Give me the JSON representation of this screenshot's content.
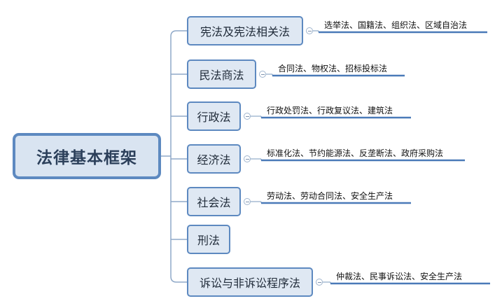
{
  "root": {
    "label": "法律基本框架"
  },
  "branches": [
    {
      "label": "宪法及宪法相关法",
      "detail": "选举法、国籍法、组织法、区域自治法"
    },
    {
      "label": "民法商法",
      "detail": "合同法、物权法、招标投标法"
    },
    {
      "label": "行政法",
      "detail": "行政处罚法、行政复议法、建筑法"
    },
    {
      "label": "经济法",
      "detail": "标准化法、节约能源法、反垄断法、政府采购法"
    },
    {
      "label": "社会法",
      "detail": "劳动法、劳动合同法、安全生产法"
    },
    {
      "label": "刑法",
      "detail": ""
    },
    {
      "label": "诉讼与非诉讼程序法",
      "detail": "仲裁法、民事诉讼法、安全生产法"
    }
  ],
  "colors": {
    "connector": "#8fa9c8",
    "underline": "#4a7ab8",
    "node_border": "#5d89c0",
    "node_fill": "#dfe8f3",
    "root_fill": "#d9e4f1"
  }
}
